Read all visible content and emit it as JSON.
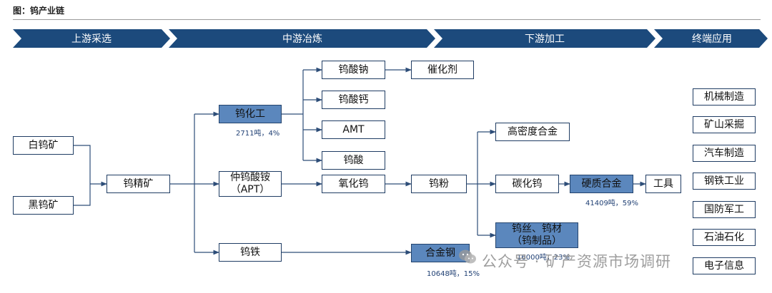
{
  "title": "图：钨产业链",
  "stages": [
    "上游采选",
    "中游冶炼",
    "下游加工",
    "终端应用"
  ],
  "nodes": {
    "scheelite": "白钨矿",
    "wolframite": "黑钨矿",
    "concentrate": "钨精矿",
    "chemical": "钨化工",
    "apt_line1": "仲钨酸铵",
    "apt_line2": "（APT）",
    "ferro": "钨铁",
    "sodium_tungstate": "钨酸钠",
    "calcium_tungstate": "钨酸钙",
    "amt": "AMT",
    "tungstic_acid": "钨酸",
    "catalyst": "催化剂",
    "oxide": "氧化钨",
    "powder": "钨粉",
    "high_density": "高密度合金",
    "carbide": "碳化钨",
    "wire_line1": "钨丝、钨材",
    "wire_line2": "（钨制品）",
    "hardmetal": "硬质合金",
    "tools": "工具",
    "alloy_steel": "合金钢"
  },
  "notes": {
    "chemical": "2711吨，4%",
    "hardmetal": "41409吨，59%",
    "wire": "16000吨，23%",
    "alloy_steel": "10648吨，15%"
  },
  "applications": [
    "机械制造",
    "矿山采掘",
    "汽车制造",
    "钢铁工业",
    "国防军工",
    "石油石化",
    "电子信息"
  ],
  "watermark": "公众号 · 矿产资源市场调研",
  "colors": {
    "banner": "#1c4a7c",
    "highlight": "#5b87bd",
    "line": "#2d4d78"
  }
}
